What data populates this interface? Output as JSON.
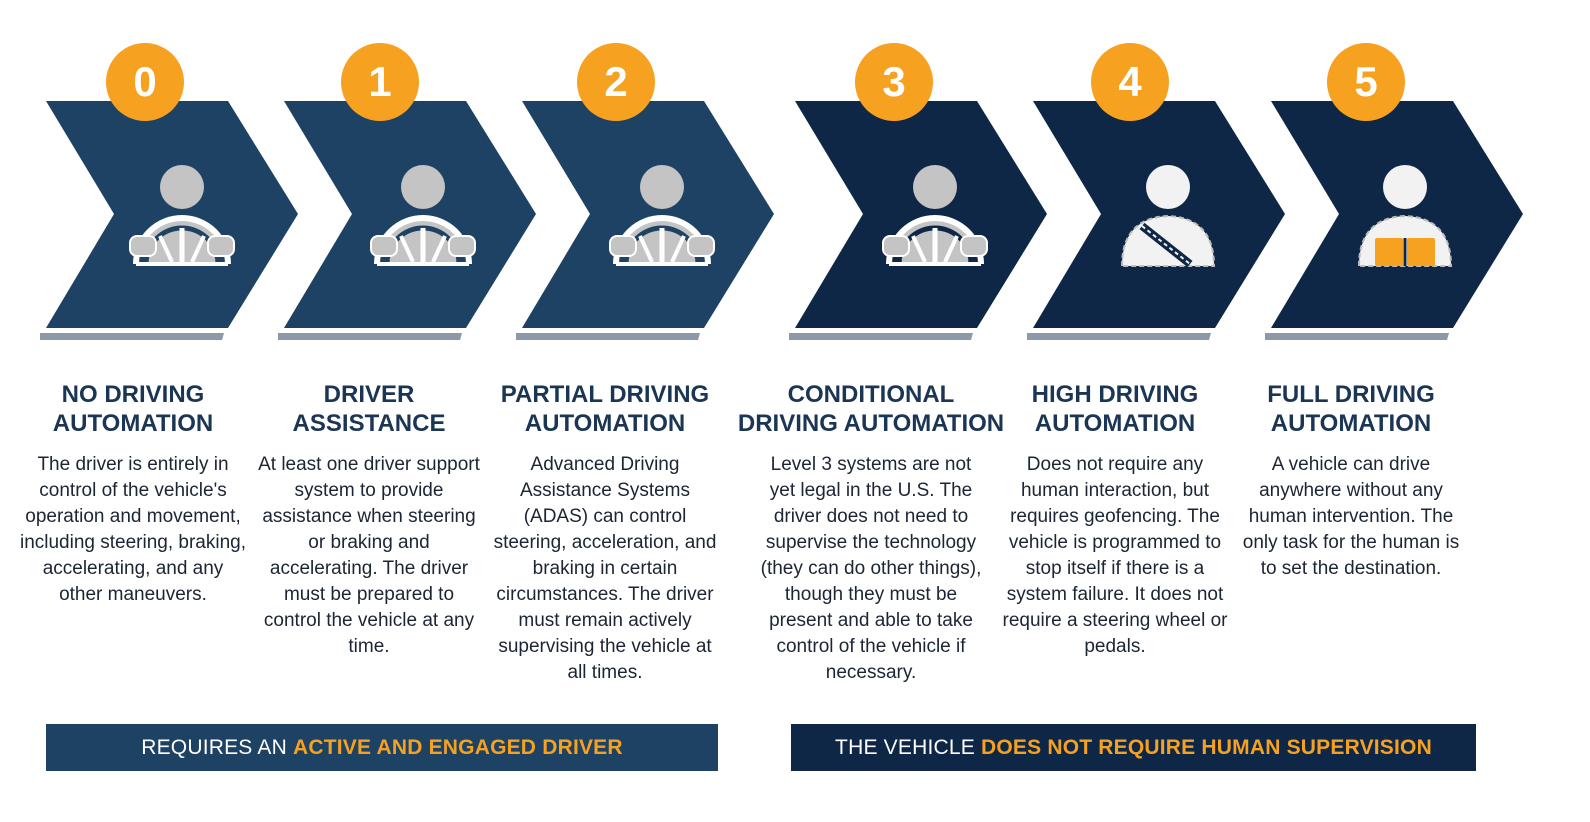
{
  "levels": [
    {
      "number": "0",
      "title_line1": "NO DRIVING",
      "title_line2": "AUTOMATION",
      "description": "The driver is entirely in control of the vehicle's operation and movement, including steering, braking, accelerating, and any other maneuvers.",
      "icon": "driver-steering-wheel-icon",
      "group": "active"
    },
    {
      "number": "1",
      "title_line1": "DRIVER",
      "title_line2": "ASSISTANCE",
      "description": "At least one driver support system to provide assistance when steering or braking and accelerating. The driver must be prepared to control the vehicle at any time.",
      "icon": "driver-steering-wheel-icon",
      "group": "active"
    },
    {
      "number": "2",
      "title_line1": "PARTIAL DRIVING",
      "title_line2": "AUTOMATION",
      "description": "Advanced Driving Assistance Systems (ADAS) can control steering, acceleration, and braking in certain circumstances. The driver must remain actively supervising the vehicle at all times.",
      "icon": "driver-steering-wheel-icon",
      "group": "active"
    },
    {
      "number": "3",
      "title_line1": "CONDITIONAL",
      "title_line2": "DRIVING AUTOMATION",
      "description": "Level 3 systems are not yet legal in the U.S. The driver does not need to supervise the technology (they can do other things), though they must be present and able to take control of the vehicle if necessary.",
      "icon": "driver-steering-wheel-icon",
      "group": "passive"
    },
    {
      "number": "4",
      "title_line1": "HIGH DRIVING",
      "title_line2": "AUTOMATION",
      "description": "Does not require any human interaction, but requires geofencing. The vehicle is programmed to stop itself if there is a system failure. It does not require a steering wheel or pedals.",
      "icon": "passenger-seatbelt-icon",
      "group": "passive"
    },
    {
      "number": "5",
      "title_line1": "FULL DRIVING",
      "title_line2": "AUTOMATION",
      "description": "A vehicle can drive anywhere without any human intervention. The only task for the human is to set the destination.",
      "icon": "passenger-reading-book-icon",
      "group": "passive"
    }
  ],
  "banners": {
    "active": {
      "prefix": "REQUIRES AN ",
      "highlight": "ACTIVE AND ENGAGED DRIVER"
    },
    "passive": {
      "prefix": "THE VEHICLE ",
      "highlight": "DOES NOT REQUIRE HUMAN SUPERVISION"
    }
  },
  "colors": {
    "active": "#1d4263",
    "passive": "#0e2747",
    "accent": "#f6a11f",
    "shadow": "#8d99a8",
    "icon_gray": "#c4c4c4",
    "icon_white": "#f2f2f2",
    "book": "#f6a11f"
  }
}
